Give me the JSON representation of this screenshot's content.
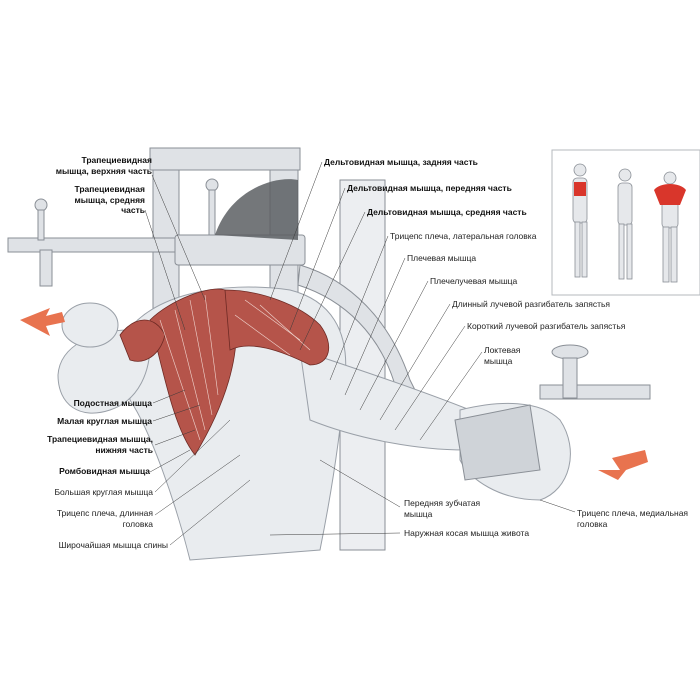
{
  "colors": {
    "muscle": "#b5544a",
    "arrow": "#e8734f",
    "figure_highlight": "#d9362b",
    "machine": "#c9cdd3"
  },
  "labels": {
    "trap_upper": "Трапециевидная\nмышца, верхняя часть",
    "trap_middle": "Трапециевидная\nмышца, средняя\nчасть",
    "infraspinatus": "Подостная мышца",
    "teres_minor": "Малая круглая мышца",
    "trap_lower": "Трапециевидная мышца,\nнижняя часть",
    "rhomboid": "Ромбовидная мышца",
    "teres_major": "Большая круглая мышца",
    "triceps_long": "Трицепс плеча, длинная\nголовка",
    "lats": "Широчайшая мышца спины",
    "delt_rear": "Дельтовидная мышца, задняя часть",
    "delt_front": "Дельтовидная мышца, передняя часть",
    "delt_middle": "Дельтовидная мышца, средняя часть",
    "triceps_lateral": "Трицепс плеча, латеральная головка",
    "brachialis": "Плечевая мышца",
    "brachioradialis": "Плечелучевая мышца",
    "ecr_longus": "Длинный лучевой разгибатель запястья",
    "ecr_brevis": "Короткий лучевой разгибатель запястья",
    "anconeus": "Локтевая\nмышца",
    "serratus": "Передняя зубчатая\nмышца",
    "external_oblique": "Наружная косая мышца живота",
    "triceps_medial": "Трицепс плеча, медиальная\nголовка"
  }
}
